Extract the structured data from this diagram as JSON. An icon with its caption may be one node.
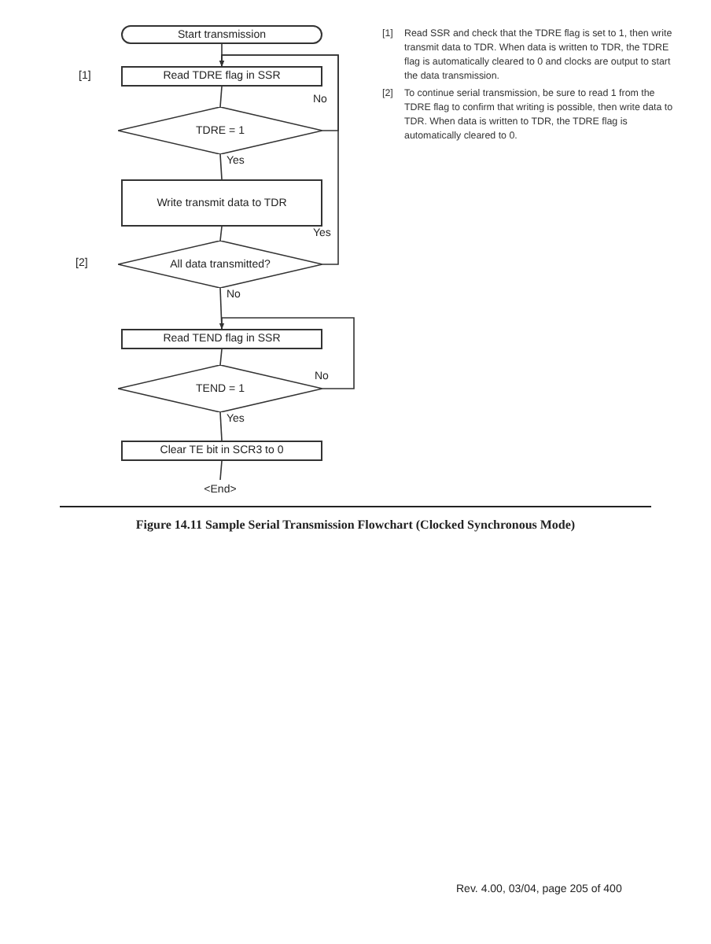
{
  "diagram": {
    "caption": "Figure 14.11 Sample Serial Transmission Flowchart (Clocked Synchronous Mode)",
    "nodes": [
      {
        "text": [
          "Start transmission"
        ]
      },
      {
        "text": [
          "Read TDRE flag in SSR"
        ],
        "beside": [
          "[1]"
        ]
      },
      {
        "text": [
          "TDRE = 1"
        ]
      },
      {
        "text": [
          "Write transmit data to TDR"
        ]
      },
      {
        "text": [
          "All data transmitted?"
        ],
        "beside": [
          "[2]"
        ]
      },
      {
        "text": [
          "Read TEND flag in SSR"
        ]
      },
      {
        "text": [
          "TEND = 1"
        ]
      },
      {
        "text": [
          "Clear TE bit in SCR3 to 0"
        ]
      },
      {
        "text": [
          "<End>"
        ]
      }
    ],
    "edges": [
      {
        "from": 0,
        "to": 1,
        "arrow": "none"
      },
      {
        "from": 1,
        "to": 2,
        "arrow": "none"
      },
      {
        "from": 2,
        "to": 3,
        "arrow": "none",
        "label": "Yes"
      },
      {
        "from": 2,
        "to": 1,
        "arrow": "to",
        "label": "No"
      },
      {
        "from": 3,
        "to": 4,
        "arrow": "none"
      },
      {
        "from": 4,
        "to": 1,
        "arrow": "to",
        "label": "Yes"
      },
      {
        "from": 4,
        "to": 5,
        "arrow": "none",
        "label": "No"
      },
      {
        "from": 5,
        "to": 6,
        "arrow": "none"
      },
      {
        "from": 6,
        "to": 5,
        "arrow": "to",
        "label": "No"
      },
      {
        "from": 6,
        "to": 7,
        "arrow": "none",
        "label": "Yes"
      },
      {
        "from": 7,
        "to": 8,
        "arrow": "none"
      }
    ],
    "labels": [
      "[1]",
      "Read SSR and check that the TDRE flag is set to 1, then write transmit data to TDR. When data is written to TDR, the TDRE flag is automatically cleared to 0 and clocks are output to start the data transmission.",
      "[2]",
      "To continue serial transmission, be sure to read 1 from the TDRE flag to confirm that writing is possible, then write data to TDR. When data is written to TDR, the TDRE flag is automatically cleared to 0.",
      "Rev. 4.00, 03/04, page 205 of 400"
    ]
  }
}
